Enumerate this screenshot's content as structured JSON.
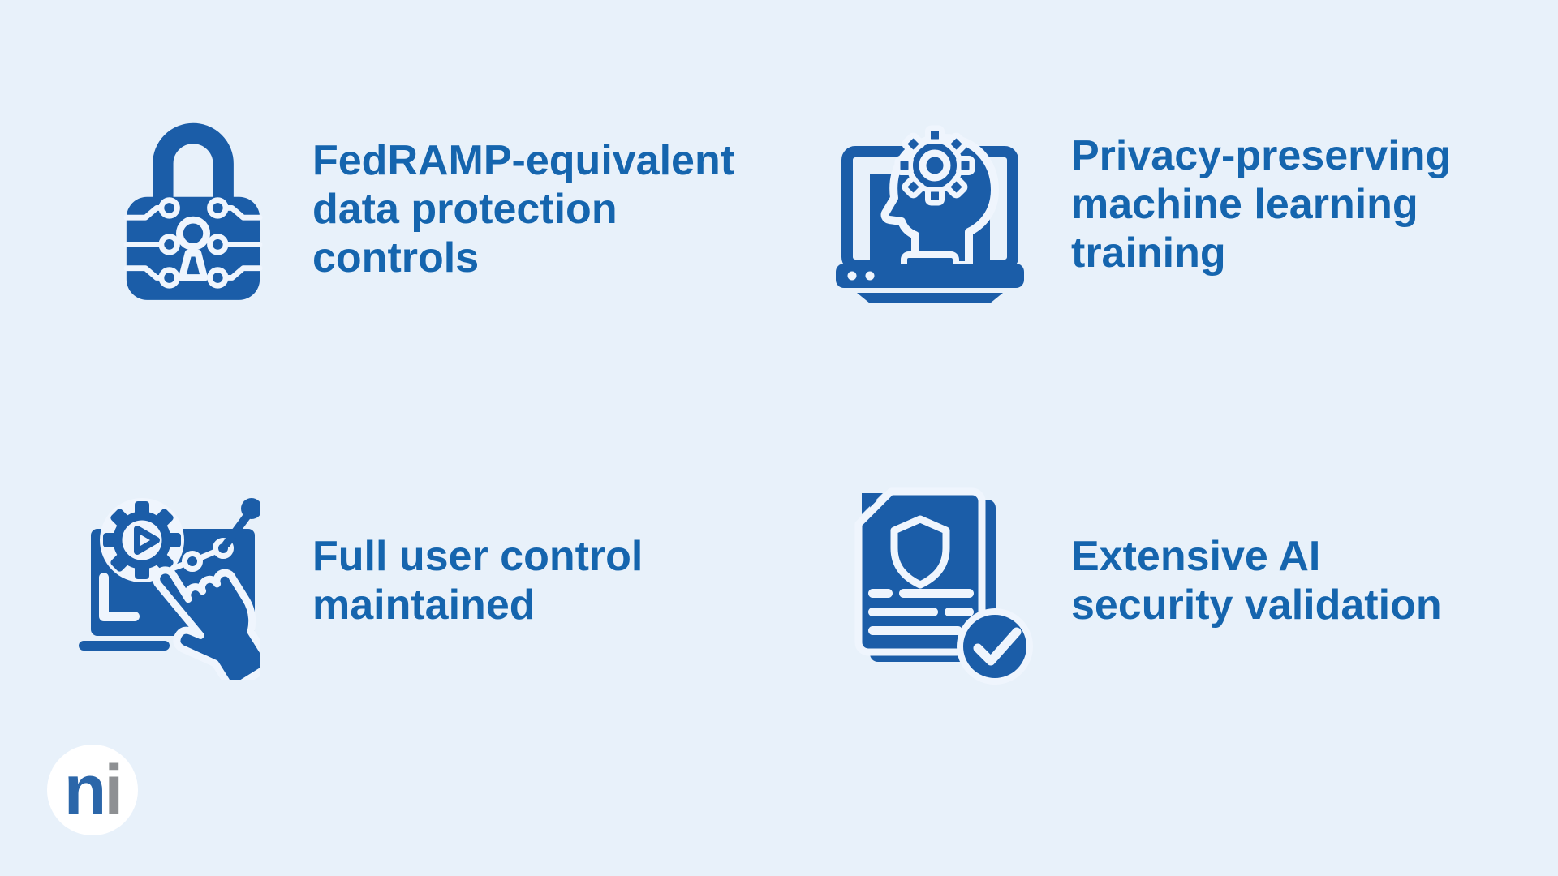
{
  "page": {
    "background": "#E8F1FA",
    "icon_color": "#1B5DA8",
    "text_color": "#1565AE",
    "cutout_color": "#EFF5FD"
  },
  "features": [
    {
      "icon": "circuit-lock-icon",
      "lines": [
        "FedRAMP-equivalent",
        "data protection",
        "controls"
      ]
    },
    {
      "icon": "ai-head-laptop-icon",
      "lines": [
        "Privacy-preserving",
        "machine learning",
        "training"
      ]
    },
    {
      "icon": "user-control-hand-icon",
      "lines": [
        "Full user control",
        "maintained"
      ]
    },
    {
      "icon": "security-validation-doc-icon",
      "lines": [
        "Extensive AI",
        "security validation"
      ]
    }
  ],
  "logo": {
    "letter_n": "n",
    "letter_i": "i",
    "n_color": "#2B66A9",
    "i_color": "#8E9093",
    "background": "#FFFFFF"
  }
}
